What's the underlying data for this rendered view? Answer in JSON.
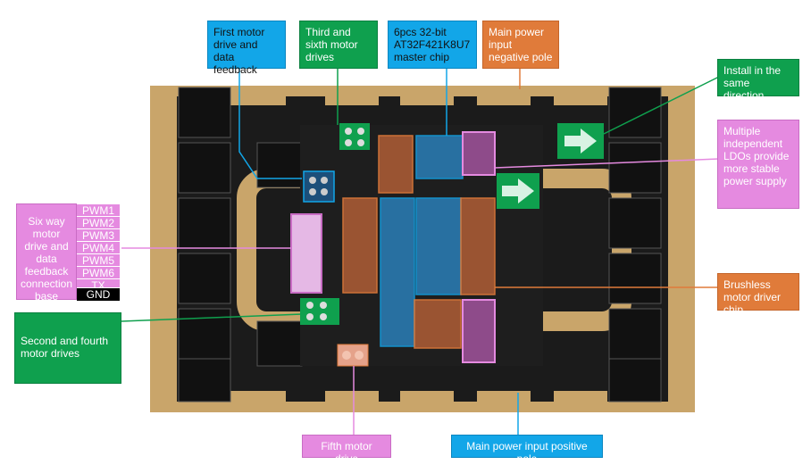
{
  "callouts": {
    "first_motor": "First motor drive and data feedback",
    "third_sixth": "Third and sixth motor drives",
    "master_chip": "6pcs 32-bit AT32F421K8U7 master chip",
    "neg_pole": "Main power input negative pole",
    "install_dir": "Install in the same direction",
    "ldo": "Multiple independent LDOs provide more stable power supply",
    "six_way": "Six way motor drive and data feedback connection base",
    "brushless": "Brushless motor driver chip",
    "second_fourth": "Second and fourth motor drives",
    "fifth": "Fifth motor drive",
    "pos_pole": "Main power input positive pole"
  },
  "pins": [
    "PWM1",
    "PWM2",
    "PWM3",
    "PWM4",
    "PWM5",
    "PWM6",
    "TX",
    "GND"
  ],
  "colors": {
    "blue": "#12a6e8",
    "green": "#0fa04e",
    "orange": "#e07b3a",
    "pink": "#e58ae0",
    "pcb": "#1b1b1b",
    "copper": "#c9a56a"
  }
}
